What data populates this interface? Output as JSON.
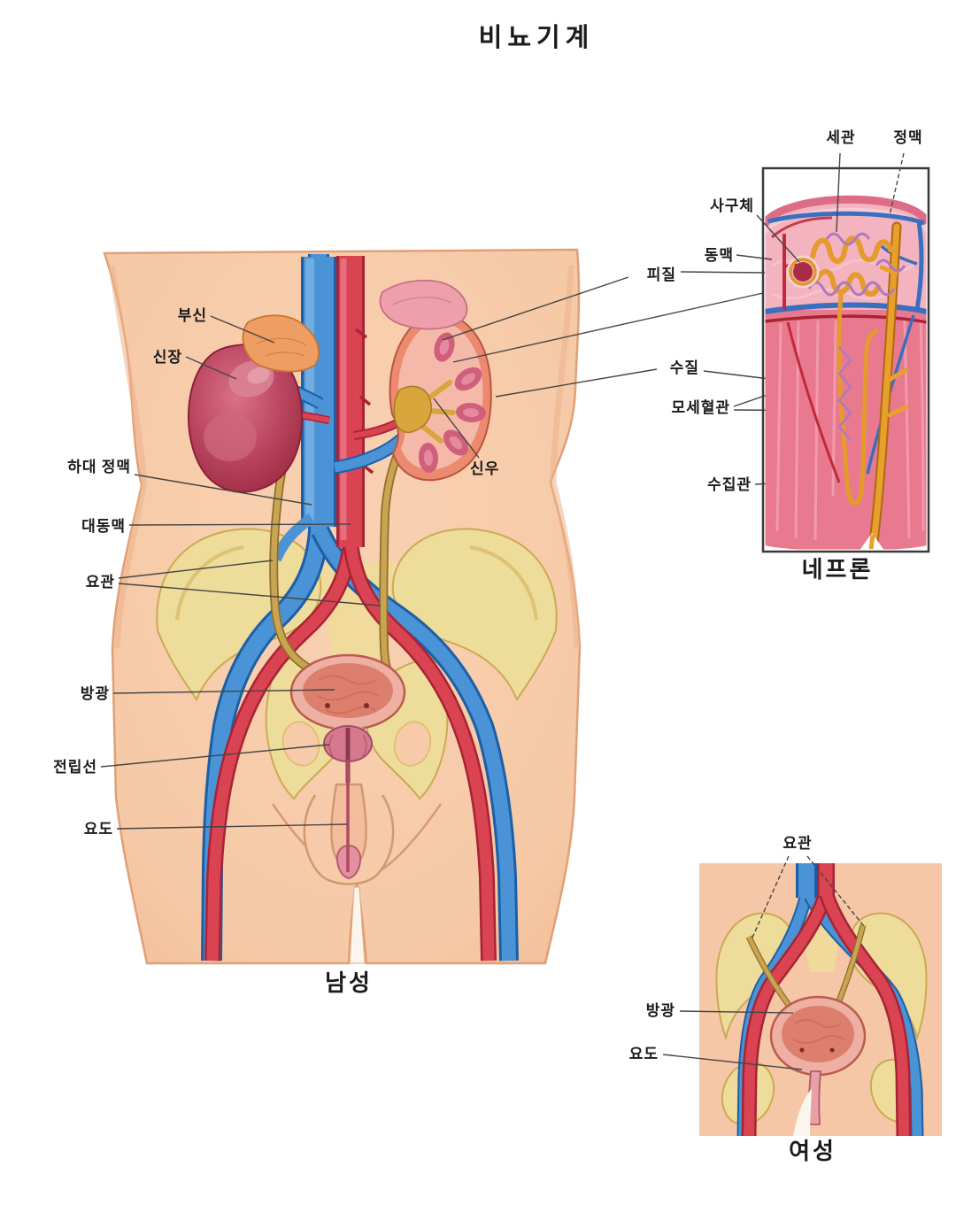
{
  "title": "비뇨기계",
  "male_figure": {
    "caption": "남성",
    "labels": {
      "adrenal_gland": "부신",
      "kidney": "신장",
      "inferior_vena_cava": "하대 정맥",
      "aorta": "대동맥",
      "ureter": "요관",
      "bladder": "방광",
      "prostate": "전립선",
      "urethra": "요도",
      "renal_pelvis": "신우",
      "cortex": "피질"
    }
  },
  "nephron_inset": {
    "caption": "네프론",
    "labels": {
      "tubule": "세관",
      "vein": "정맥",
      "glomerulus": "사구체",
      "artery": "동맥",
      "medulla": "수질",
      "capillaries": "모세혈관",
      "collecting_duct": "수집관"
    }
  },
  "female_figure": {
    "caption": "여성",
    "labels": {
      "ureter": "요관",
      "bladder": "방광",
      "urethra": "요도"
    }
  },
  "palette": {
    "skin": "#f7cba9",
    "skin_outline": "#dfa078",
    "artery_red": "#d94352",
    "artery_dark": "#a82334",
    "vein_blue": "#4a93d6",
    "vein_dark": "#1d5fa6",
    "kidney_crimson": "#b03350",
    "kidney_section_coral": "#ec8a70",
    "cortex_pink": "#f3b3bf",
    "medulla_pink": "#e8798f",
    "adrenal_orange": "#ef9e63",
    "adrenal_pink": "#eda0ac",
    "ureter_tan": "#c0983f",
    "bone_yellow": "#eedc9a",
    "bone_outline": "#c9aa55",
    "bladder_fill": "#dd7f6d",
    "bladder_rim": "#eeb0a2",
    "prostate_pink": "#d6798f",
    "tubule_orange": "#e59b2c",
    "capillary_purple": "#b078c2",
    "renal_pelvis_yellow": "#d9a63e",
    "label_ink": "#1b1b1b",
    "leader_line": "#454545"
  }
}
